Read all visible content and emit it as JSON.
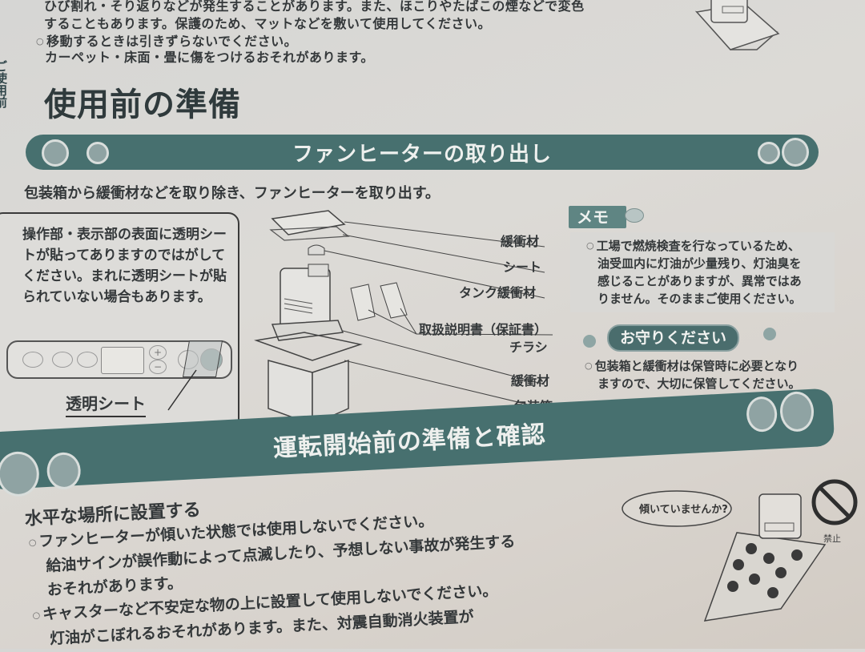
{
  "top_text": {
    "lines": [
      "ひび割れ・そり返りなどが発生することがあります。また、ほこりやたばこの煙などで変色",
      "することもあります。保護のため、マットなどを敷いて使用してください。",
      "移動するときは引きずらないでください。",
      "カーペット・床面・畳に傷をつけるおそれがあります。"
    ]
  },
  "side_tab": {
    "label": "ご使用前"
  },
  "page_title": "使用前の準備",
  "section1": {
    "title": "ファンヒーターの取り出し",
    "intro": "包装箱から緩衝材などを取り除き、ファンヒーターを取り出す。",
    "callout": {
      "text": "操作部・表示部の表面に透明シートが貼ってありますのではがしてください。まれに透明シートが貼られていない場合もあります。",
      "sheet_label": "透明シート"
    },
    "diagram_labels": [
      "緩衝材",
      "シート",
      "タンク緩衝材",
      "取扱説明書（保証書）",
      "チラシ",
      "緩衝材",
      "包装箱"
    ],
    "memo": {
      "tag": "メモ",
      "lines": [
        "工場で燃焼検査を行なっているため、",
        "油受皿内に灯油が少量残り、灯油臭を",
        "感じることがありますが、異常ではあ",
        "りません。そのままご使用ください。"
      ]
    },
    "obey": {
      "badge": "お守りください",
      "lines": [
        "包装箱と緩衝材は保管時に必要となり",
        "ますので、大切に保管してください。"
      ]
    }
  },
  "section2": {
    "title": "運転開始前の準備と確認",
    "subheading": "水平な場所に設置する",
    "lines": [
      "ファンヒーターが傾いた状態では使用しないでください。",
      "給油サインが誤作動によって点滅したり、予想しない事故が発生する",
      "おそれがあります。",
      "キャスターなど不安定な物の上に設置して使用しないでください。",
      "灯油がこぼれるおそれがあります。また、対震自動消火装置が"
    ],
    "speech_bubble": "傾いていませんか?",
    "prohibited_label": "禁止"
  },
  "colors": {
    "band": "#47706f",
    "band_dot": "#8fa3a3",
    "memo_tag": "#5f8583",
    "paper": "#d8d6d2",
    "ink": "#34383a"
  }
}
